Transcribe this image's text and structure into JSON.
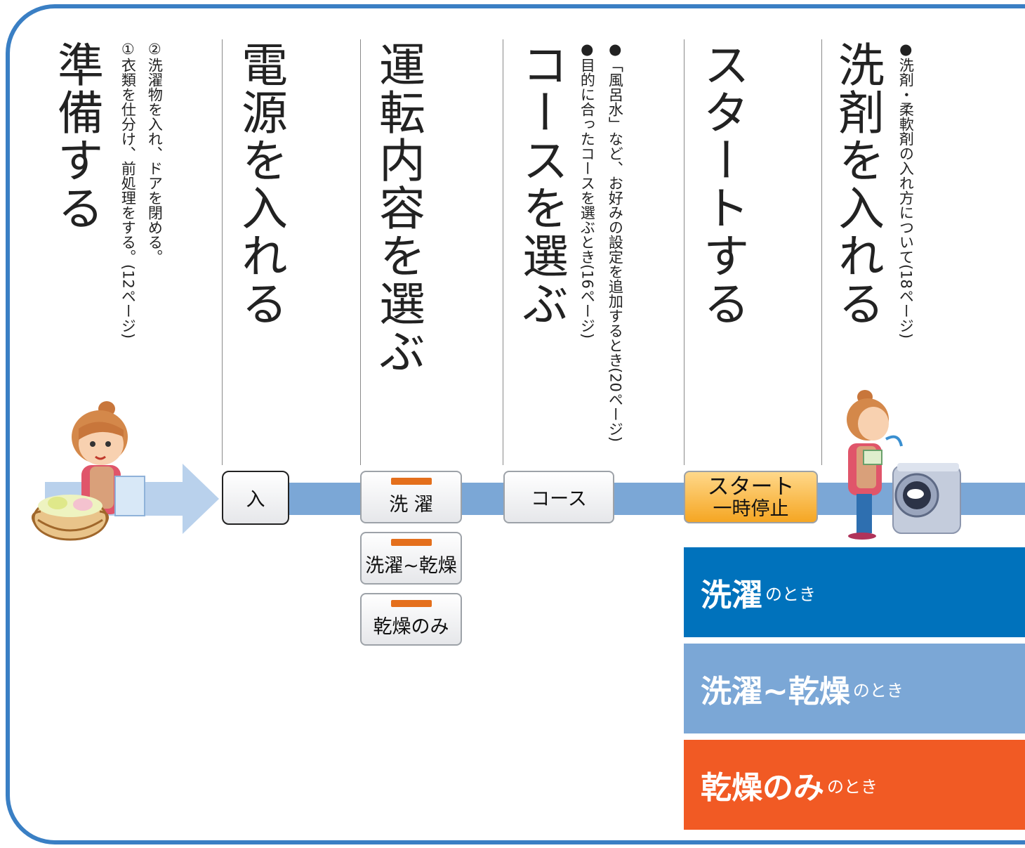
{
  "steps": {
    "prepare": {
      "title": "準備する",
      "note1": "①衣類を仕分け、前処理をする。(12ページ)",
      "note2": "②洗濯物を入れ、ドアを閉める。"
    },
    "power": {
      "title": "電源を入れる"
    },
    "mode": {
      "title": "運転内容を選ぶ"
    },
    "course": {
      "title": "コースを選ぶ",
      "note1": "●目的に合ったコースを選ぶとき(16ページ)",
      "note2": "●「風呂水」など、お好みの設定を追加するとき(20ページ)"
    },
    "start": {
      "title": "スタートする"
    },
    "detergent": {
      "title": "洗剤を入れる",
      "note1": "●洗剤・柔軟剤の入れ方について(18ページ)"
    }
  },
  "buttons": {
    "power": "入",
    "wash": "洗 濯",
    "wash_dry": "洗濯~乾燥",
    "dry_only": "乾燥のみ",
    "course": "コース",
    "start_line1": "スタート",
    "start_line2": "一時停止"
  },
  "legend": [
    {
      "main": "洗濯",
      "suffix": "のとき",
      "color": "#0072bc"
    },
    {
      "main": "洗濯~乾燥",
      "suffix": "のとき",
      "color": "#7ba7d6"
    },
    {
      "main": "乾燥のみ",
      "suffix": "のとき",
      "color": "#f15a24"
    }
  ],
  "colors": {
    "frame": "#3a7fc4",
    "band": "#7ba7d6",
    "arrow": "#b9d1ec",
    "led": "#e46f1c",
    "start_button": "#f9b233"
  }
}
